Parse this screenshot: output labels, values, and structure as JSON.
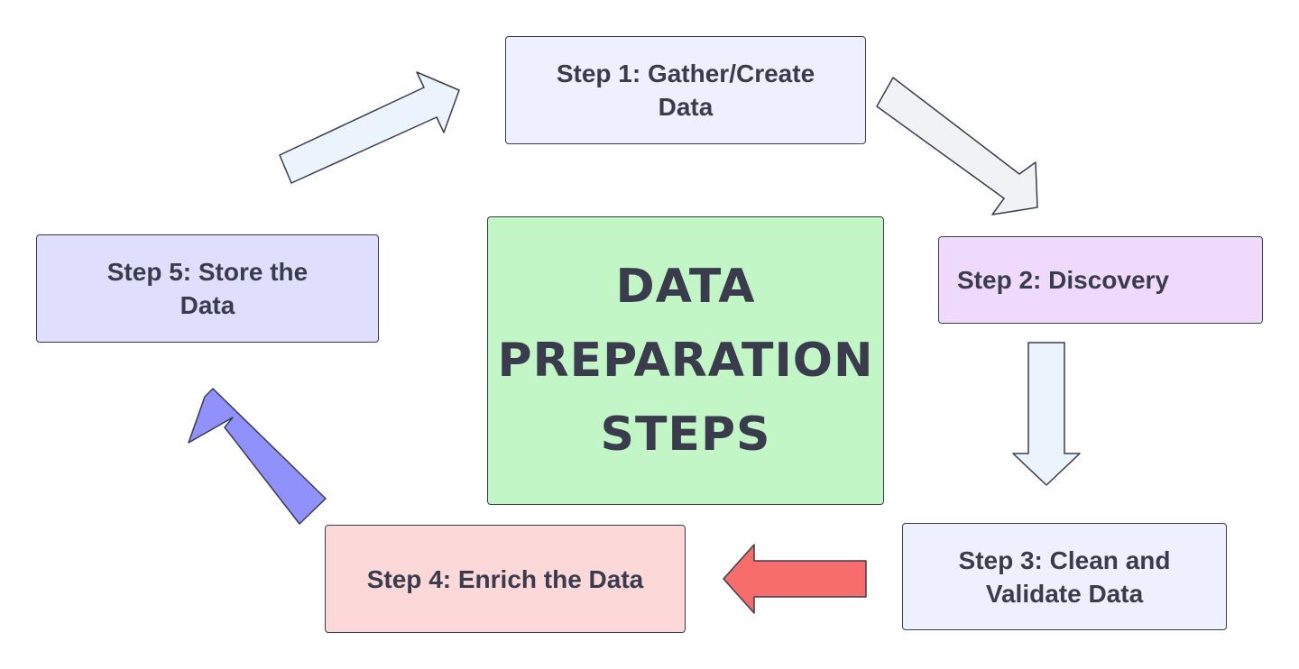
{
  "title": "DATA\nPREPARATION\nSTEPS",
  "steps": [
    {
      "id": "step1",
      "label": "Step 1: Gather/Create\nData",
      "color": "#eff0fd"
    },
    {
      "id": "step2",
      "label": "Step 2: Discovery",
      "color": "#f0dafc"
    },
    {
      "id": "step3",
      "label": "Step 3: Clean and\nValidate Data",
      "color": "#eff0fd"
    },
    {
      "id": "step4",
      "label": "Step 4: Enrich the Data",
      "color": "#fcd8d8"
    },
    {
      "id": "step5",
      "label": "Step 5: Store the\nData",
      "color": "#dfdffd"
    }
  ],
  "arrows": [
    {
      "from": "step5",
      "to": "step1",
      "color": "#ebf4fd"
    },
    {
      "from": "step1",
      "to": "step2",
      "color": "#f1f2f3"
    },
    {
      "from": "step2",
      "to": "step3",
      "color": "#ebf4fd"
    },
    {
      "from": "step3",
      "to": "step4",
      "color": "#f76d6b"
    },
    {
      "from": "step4",
      "to": "step5",
      "color": "#9091fa"
    }
  ],
  "colors": {
    "stroke": "#3a3c4e",
    "center_fill": "#c3f6c6"
  }
}
